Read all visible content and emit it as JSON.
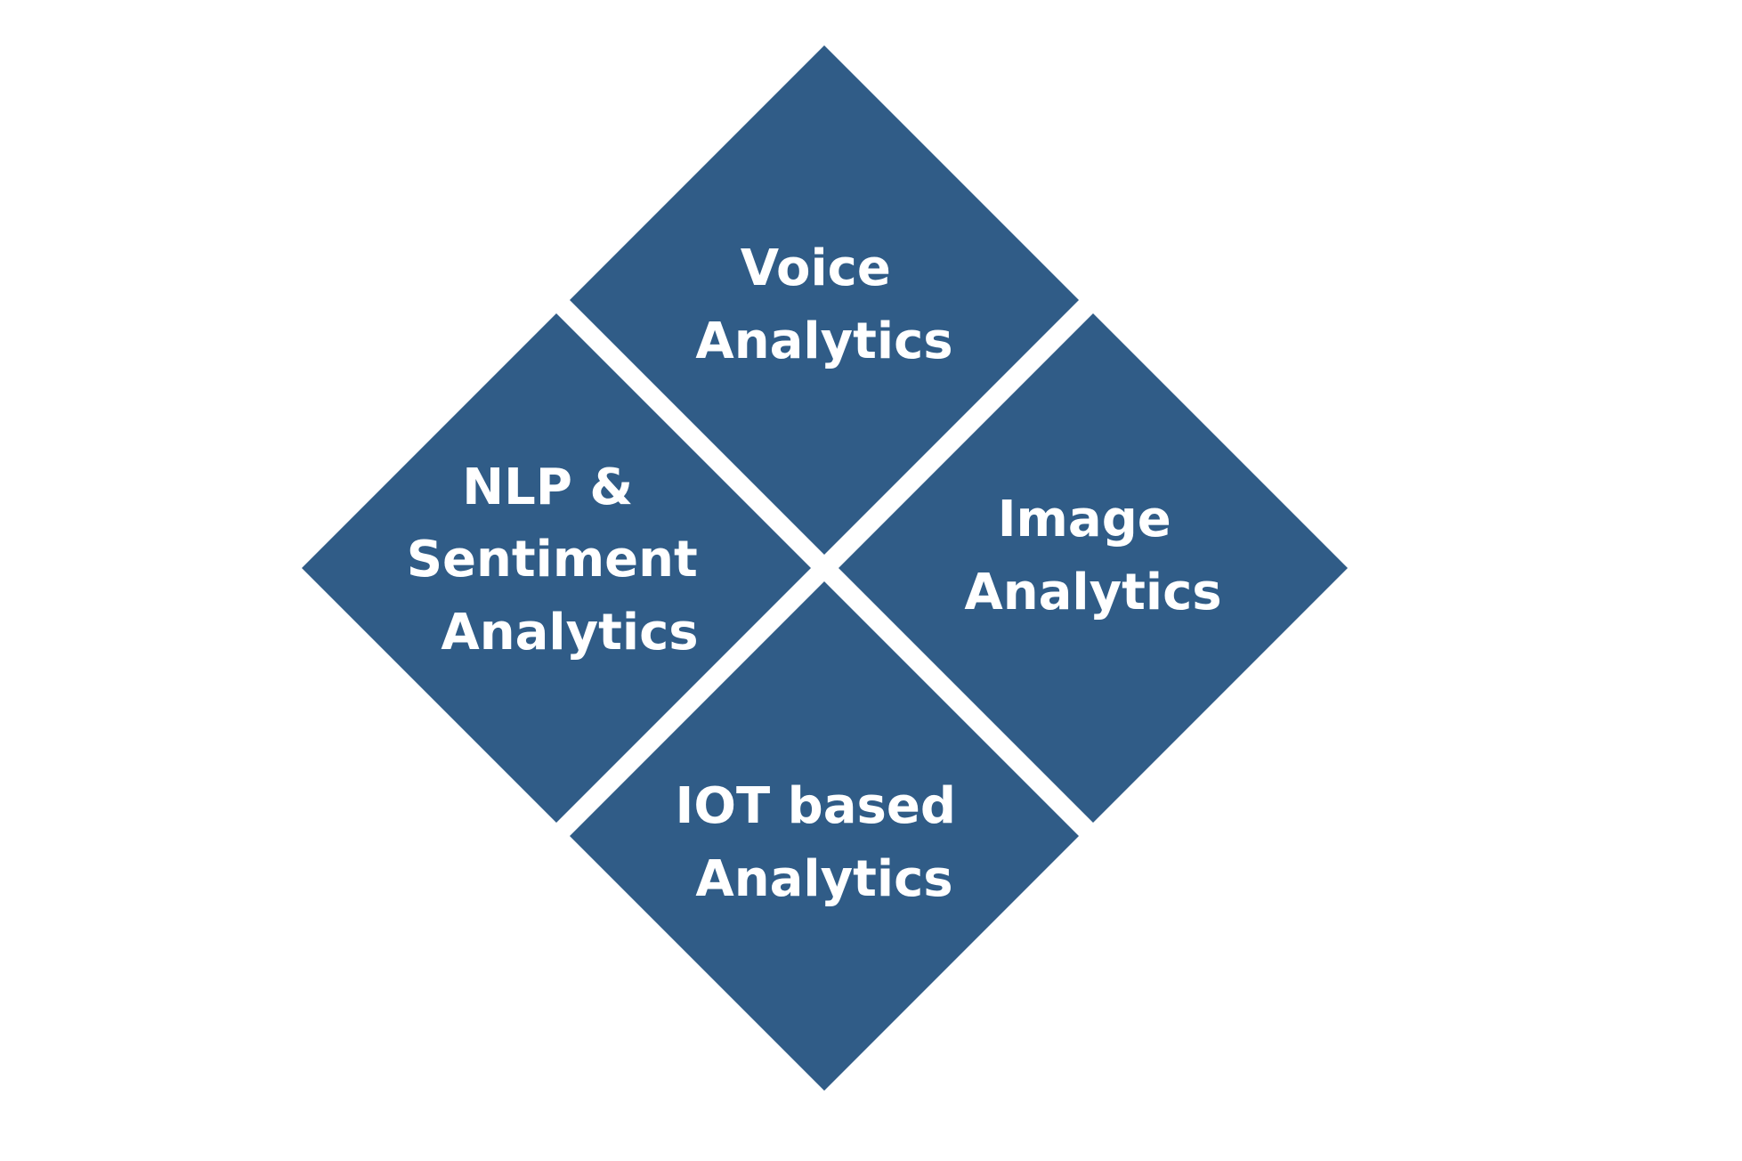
{
  "colors": {
    "tile_fill": "#305C87",
    "label_text": "#FFFFFF",
    "background": "#FFFFFF"
  },
  "tiles": {
    "top": {
      "lines": [
        "Voice",
        "Analytics"
      ]
    },
    "left": {
      "lines": [
        "NLP &",
        "Sentiment",
        "Analytics"
      ]
    },
    "right": {
      "lines": [
        "Image",
        "Analytics"
      ]
    },
    "bottom": {
      "lines": [
        "IOT based",
        "Analytics"
      ]
    }
  }
}
